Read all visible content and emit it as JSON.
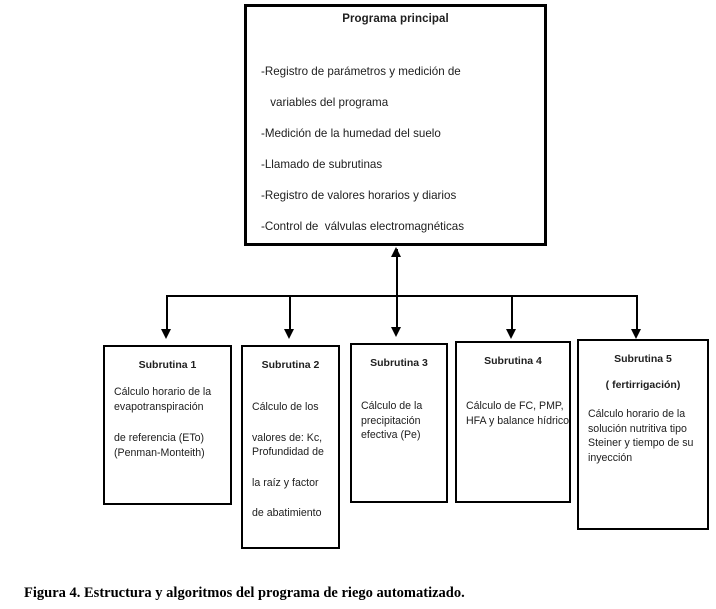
{
  "main_program": {
    "title": "Programa principal",
    "lines": [
      "-Registro de parámetros y medición de",
      " variables del programa",
      "-Medición de la humedad del suelo",
      "-Llamado de subrutinas",
      "-Registro de valores horarios y diarios",
      "-Control de  válvulas electromagnéticas"
    ]
  },
  "subroutines": [
    {
      "title": "Subrutina 1",
      "subtitle": "",
      "body": [
        "Cálculo horario de la",
        "evapotranspiración",
        "de referencia (ETo)",
        "(Penman-Monteith)"
      ]
    },
    {
      "title": "Subrutina 2",
      "subtitle": "",
      "body": [
        "Cálculo de los",
        "valores de: Kc,",
        "Profundidad de",
        "la raíz y factor",
        "de abatimiento"
      ]
    },
    {
      "title": "Subrutina 3",
      "subtitle": "",
      "body": [
        "Cálculo de la",
        "precipitación",
        "efectiva (Pe)"
      ]
    },
    {
      "title": "Subrutina 4",
      "subtitle": "",
      "body": [
        "Cálculo de FC, PMP,",
        "HFA y balance hídrico"
      ]
    },
    {
      "title": "Subrutina 5",
      "subtitle": "( fertirrigación)",
      "body": [
        "Cálculo horario de la",
        "solución nutritiva tipo",
        "Steiner y tiempo de su",
        "inyección"
      ]
    }
  ],
  "connectors": {
    "main_to_bus_label": "bidirectional-arrow",
    "bus_label": "horizontal-bus-line",
    "branch_labels": [
      "arrow-to-subrutina-1",
      "arrow-to-subrutina-2",
      "arrow-to-subrutina-3",
      "arrow-to-subrutina-4",
      "arrow-to-subrutina-5"
    ]
  },
  "caption": {
    "label": "Figura 4.",
    "text": " Estructura y algoritmos del programa de riego automatizado."
  },
  "colors": {
    "stroke": "#000000",
    "background": "#ffffff",
    "text": "#202020"
  }
}
